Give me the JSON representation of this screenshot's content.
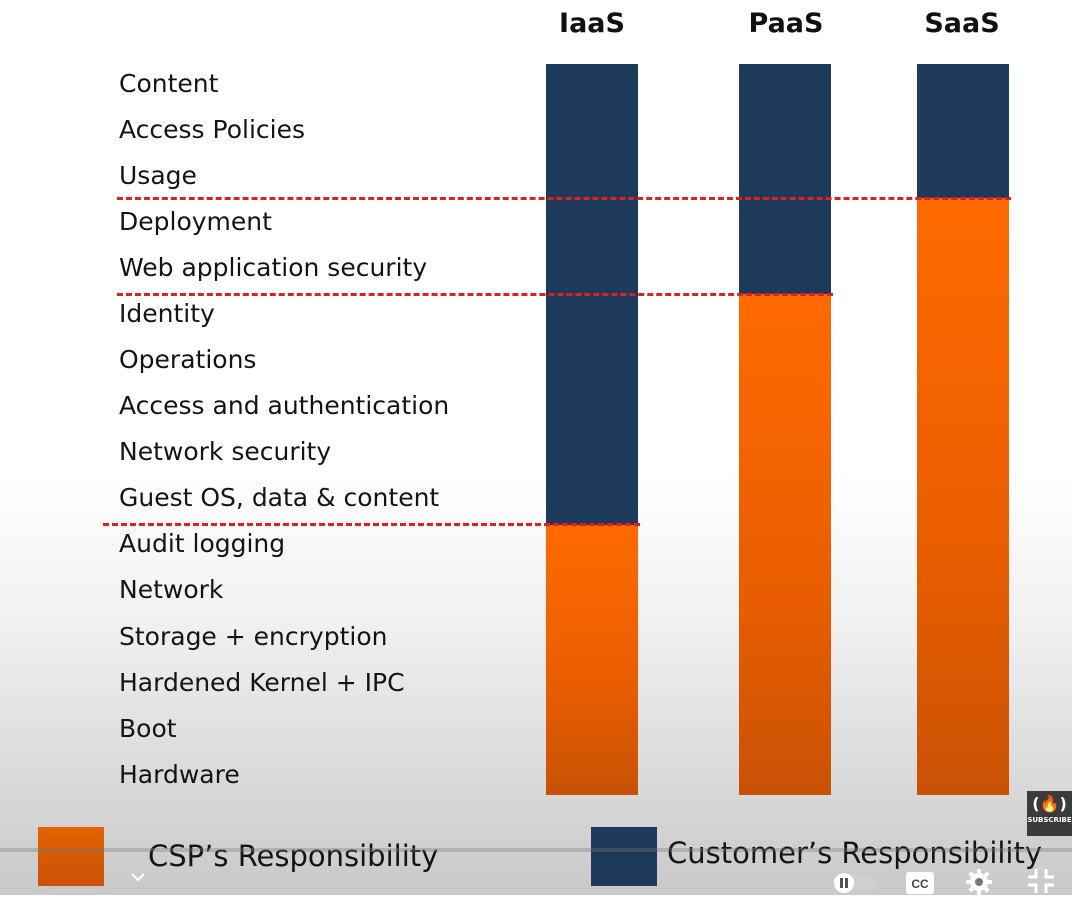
{
  "columns": [
    {
      "name": "IaaS",
      "customer_layers": 10,
      "csp_layers": 6
    },
    {
      "name": "PaaS",
      "customer_layers": 5,
      "csp_layers": 11
    },
    {
      "name": "SaaS",
      "customer_layers": 3,
      "csp_layers": 13
    }
  ],
  "rows": [
    "Content",
    "Access Policies",
    "Usage",
    "Deployment",
    "Web application security",
    "Identity",
    "Operations",
    "Access and authentication",
    "Network security",
    "Guest OS, data & content",
    "Audit logging",
    "Network",
    "Storage + encryption",
    "Hardened Kernel + IPC",
    "Boot",
    "Hardware"
  ],
  "legend": {
    "csp_label": "CSP’s Responsibility",
    "customer_label": "Customer’s Responsibility"
  },
  "colors": {
    "csp": "#ff6a00",
    "customer": "#1e3a5a",
    "divider": "#e21e1e"
  },
  "player": {
    "badge_text": "SUBSCRIBE",
    "icons": [
      "chevron-down-icon",
      "autoplay-toggle-icon",
      "captions-icon",
      "settings-gear-icon",
      "exit-fullscreen-icon"
    ]
  }
}
